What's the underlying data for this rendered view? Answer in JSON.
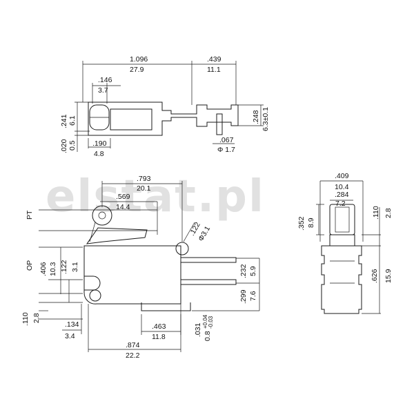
{
  "watermark": "elstat.pl",
  "top_view": {
    "overall_inch": "1.096",
    "overall_mm": "27.9",
    "terminal_inch": ".439",
    "terminal_mm": "11.1",
    "roller_inch": ".146",
    "roller_mm": "3.7",
    "height_inch": ".241",
    "height_mm": "6.1",
    "offset_inch": ".020",
    "offset_mm": "0.5",
    "roller_w_inch": ".190",
    "roller_w_mm": "4.8",
    "hole_inch": ".067",
    "hole_mm": "Φ 1.7",
    "term_h_inch": ".248",
    "term_h_mm": "6.3±0.1"
  },
  "front_view": {
    "pt_label": "PT",
    "op_label": "OP",
    "lever_inch": ".793",
    "lever_mm": "20.1",
    "lever2_inch": ".569",
    "lever2_mm": "14.4",
    "hole_inch": ".122",
    "hole_mm": "Φ3.1",
    "op_inch": ".406",
    "op_mm": "10.3",
    "mid_inch": ".122",
    "mid_mm": "3.1",
    "base_inch": ".110",
    "base_mm": "2.8",
    "left_inch": ".134",
    "left_mm": "3.4",
    "term_sp_inch": ".232",
    "term_sp_mm": "5.9",
    "term_bot_inch": ".299",
    "term_bot_mm": "7.6",
    "inner_inch": ".463",
    "inner_mm": "11.8",
    "width_inch": ".874",
    "width_mm": "22.2",
    "thick_inch": ".031",
    "thick_mm": "0.8",
    "tol_plus": "+0.04",
    "tol_minus": "-0.03"
  },
  "side_view": {
    "width_inch": ".409",
    "width_mm": "10.4",
    "inner_inch": ".284",
    "inner_mm": "7.2",
    "top_inch": ".352",
    "top_mm": "8.9",
    "right_inch": ".110",
    "right_mm": "2.8",
    "body_inch": ".626",
    "body_mm": "15.9"
  }
}
